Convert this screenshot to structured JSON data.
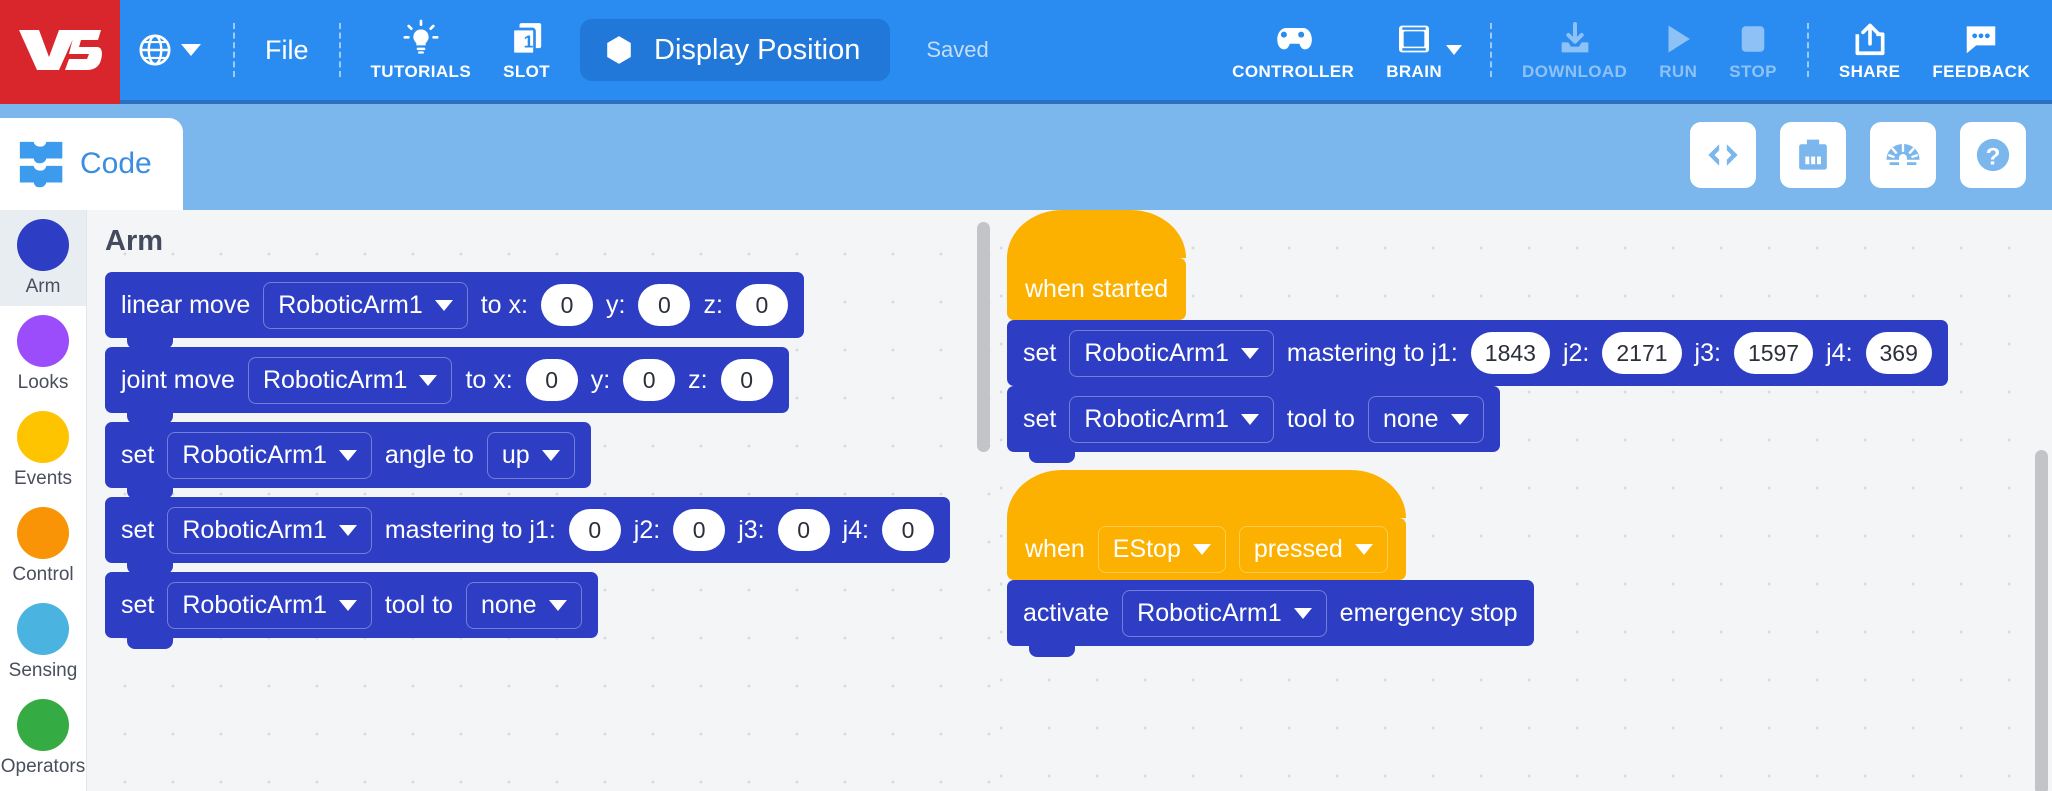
{
  "topbar": {
    "logo_text": "V5",
    "brand_color": "#d8262c",
    "bar_color": "#2a8cf0",
    "language_icon": "globe-icon",
    "file_label": "File",
    "tutorials": {
      "label": "TUTORIALS",
      "icon": "lightbulb-icon"
    },
    "slot": {
      "label": "SLOT",
      "number": "1",
      "icon": "slot-pages-icon"
    },
    "project": {
      "name": "Display Position",
      "icon": "hexagon-icon"
    },
    "save_status": "Saved",
    "actions": [
      {
        "label": "CONTROLLER",
        "icon": "gamepad-icon",
        "enabled": true,
        "has_caret": false
      },
      {
        "label": "BRAIN",
        "icon": "brain-device-icon",
        "enabled": true,
        "has_caret": true
      },
      {
        "label": "DOWNLOAD",
        "icon": "download-icon",
        "enabled": false,
        "has_caret": false
      },
      {
        "label": "RUN",
        "icon": "play-icon",
        "enabled": false,
        "has_caret": false
      },
      {
        "label": "STOP",
        "icon": "stop-icon",
        "enabled": false,
        "has_caret": false
      },
      {
        "label": "SHARE",
        "icon": "share-icon",
        "enabled": true,
        "has_caret": false
      },
      {
        "label": "FEEDBACK",
        "icon": "chat-dots-icon",
        "enabled": true,
        "has_caret": false
      }
    ]
  },
  "subbar": {
    "tab": {
      "label": "Code",
      "icon": "blocks-icon"
    },
    "tools": [
      {
        "icon": "code-brackets-icon",
        "name": "view-code-button"
      },
      {
        "icon": "brain-battery-icon",
        "name": "device-info-button"
      },
      {
        "icon": "gauge-icon",
        "name": "dashboard-button"
      },
      {
        "icon": "question-mark-icon",
        "name": "help-button"
      }
    ]
  },
  "categories": [
    {
      "label": "Arm",
      "color": "#2e3ec4",
      "selected": true
    },
    {
      "label": "Looks",
      "color": "#9b4dfc",
      "selected": false
    },
    {
      "label": "Events",
      "color": "#ffc400",
      "selected": false
    },
    {
      "label": "Control",
      "color": "#f89406",
      "selected": false
    },
    {
      "label": "Sensing",
      "color": "#4bb3e0",
      "selected": false
    },
    {
      "label": "Operators",
      "color": "#34ab43",
      "selected": false
    }
  ],
  "palette": {
    "heading": "Arm",
    "blocks": [
      {
        "id": "linear-move",
        "parts": [
          {
            "t": "text",
            "v": "linear move"
          },
          {
            "t": "dropdown",
            "v": "RoboticArm1"
          },
          {
            "t": "text",
            "v": "to x:"
          },
          {
            "t": "num",
            "v": "0"
          },
          {
            "t": "text",
            "v": "y:"
          },
          {
            "t": "num",
            "v": "0"
          },
          {
            "t": "text",
            "v": "z:"
          },
          {
            "t": "num",
            "v": "0"
          }
        ]
      },
      {
        "id": "joint-move",
        "parts": [
          {
            "t": "text",
            "v": "joint move"
          },
          {
            "t": "dropdown",
            "v": "RoboticArm1"
          },
          {
            "t": "text",
            "v": "to x:"
          },
          {
            "t": "num",
            "v": "0"
          },
          {
            "t": "text",
            "v": "y:"
          },
          {
            "t": "num",
            "v": "0"
          },
          {
            "t": "text",
            "v": "z:"
          },
          {
            "t": "num",
            "v": "0"
          }
        ]
      },
      {
        "id": "set-angle",
        "parts": [
          {
            "t": "text",
            "v": "set"
          },
          {
            "t": "dropdown",
            "v": "RoboticArm1"
          },
          {
            "t": "text",
            "v": "angle to"
          },
          {
            "t": "dropdown",
            "v": "up"
          }
        ]
      },
      {
        "id": "set-mastering",
        "parts": [
          {
            "t": "text",
            "v": "set"
          },
          {
            "t": "dropdown",
            "v": "RoboticArm1"
          },
          {
            "t": "text",
            "v": "mastering to j1:"
          },
          {
            "t": "num",
            "v": "0"
          },
          {
            "t": "text",
            "v": "j2:"
          },
          {
            "t": "num",
            "v": "0"
          },
          {
            "t": "text",
            "v": "j3:"
          },
          {
            "t": "num",
            "v": "0"
          },
          {
            "t": "text",
            "v": "j4:"
          },
          {
            "t": "num",
            "v": "0"
          }
        ]
      },
      {
        "id": "set-tool",
        "parts": [
          {
            "t": "text",
            "v": "set"
          },
          {
            "t": "dropdown",
            "v": "RoboticArm1"
          },
          {
            "t": "text",
            "v": "tool to"
          },
          {
            "t": "dropdown",
            "v": "none"
          }
        ]
      }
    ]
  },
  "workspace": {
    "scripts": [
      {
        "id": "script-when-started",
        "hat": {
          "parts": [
            {
              "t": "text",
              "v": "when started"
            }
          ]
        },
        "blocks": [
          {
            "id": "ws-set-mastering",
            "parts": [
              {
                "t": "text",
                "v": "set"
              },
              {
                "t": "dropdown",
                "v": "RoboticArm1"
              },
              {
                "t": "text",
                "v": "mastering to j1:"
              },
              {
                "t": "num",
                "v": "1843"
              },
              {
                "t": "text",
                "v": "j2:"
              },
              {
                "t": "num",
                "v": "2171"
              },
              {
                "t": "text",
                "v": "j3:"
              },
              {
                "t": "num",
                "v": "1597"
              },
              {
                "t": "text",
                "v": "j4:"
              },
              {
                "t": "num",
                "v": "369"
              }
            ]
          },
          {
            "id": "ws-set-tool",
            "parts": [
              {
                "t": "text",
                "v": "set"
              },
              {
                "t": "dropdown",
                "v": "RoboticArm1"
              },
              {
                "t": "text",
                "v": "tool to"
              },
              {
                "t": "dropdown",
                "v": "none"
              }
            ]
          }
        ]
      },
      {
        "id": "script-when-estop",
        "hat": {
          "parts": [
            {
              "t": "text",
              "v": "when"
            },
            {
              "t": "dropdown",
              "v": "EStop"
            },
            {
              "t": "dropdown",
              "v": "pressed"
            }
          ]
        },
        "blocks": [
          {
            "id": "ws-activate-estop",
            "parts": [
              {
                "t": "text",
                "v": "activate"
              },
              {
                "t": "dropdown",
                "v": "RoboticArm1"
              },
              {
                "t": "text",
                "v": "emergency stop"
              }
            ]
          }
        ]
      }
    ]
  }
}
